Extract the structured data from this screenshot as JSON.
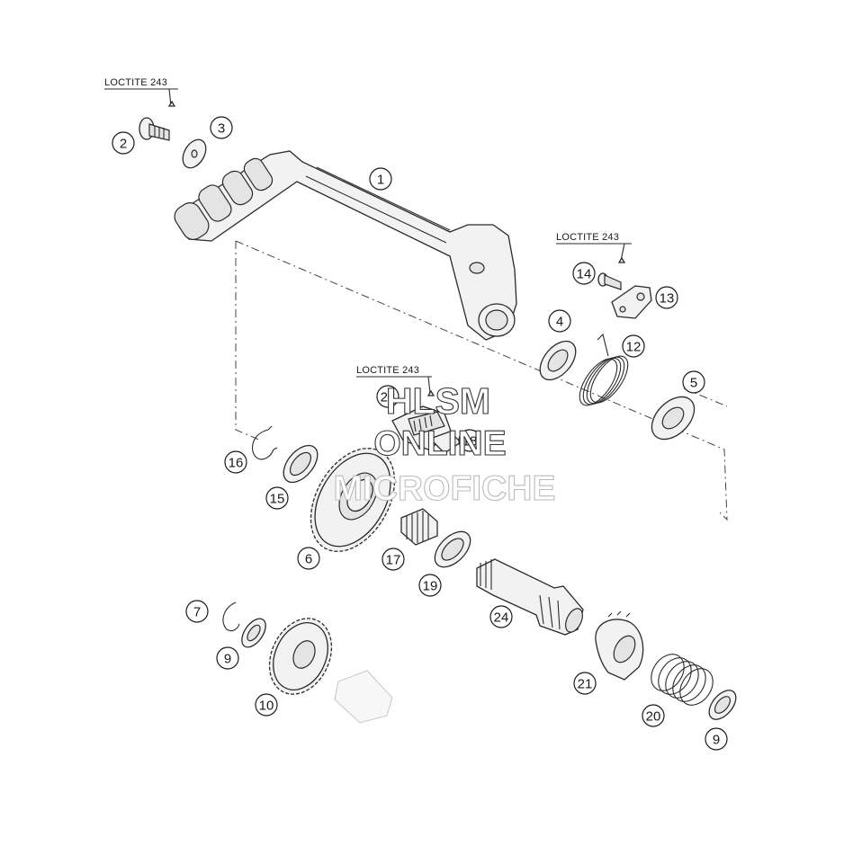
{
  "loctite_notes": [
    "LOCTITE 243",
    "LOCTITE 243",
    "LOCTITE 243"
  ],
  "watermark": {
    "line1": "HLSM",
    "line2": "ONLINE",
    "line3": "MICROFICHE"
  },
  "callouts": [
    "1",
    "2",
    "3",
    "4",
    "5",
    "6",
    "7",
    "9",
    "10",
    "12",
    "13",
    "14",
    "15",
    "16",
    "17",
    "18",
    "19",
    "20",
    "21",
    "23",
    "24",
    "9"
  ]
}
